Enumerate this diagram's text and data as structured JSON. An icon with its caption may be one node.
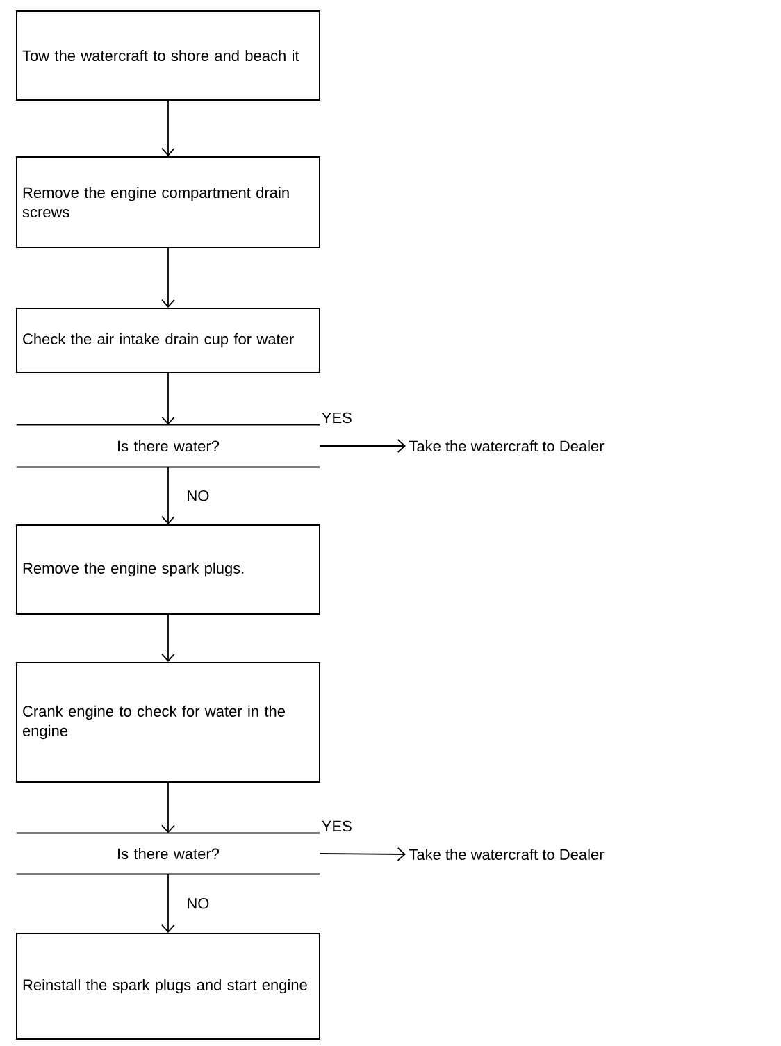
{
  "diagram": {
    "nodes": [
      {
        "text": [
          "Tow the watercraft to shore and beach it"
        ]
      },
      {
        "text": [
          "Remove the engine compartment drain screws"
        ]
      },
      {
        "text": [
          "Check the air intake drain cup for water"
        ]
      },
      {
        "text": [
          "Is there water?"
        ]
      },
      {
        "text": [
          "Take the watercraft to Dealer"
        ]
      },
      {
        "text": [
          "Remove the engine spark plugs."
        ]
      },
      {
        "text": [
          "Crank engine to check for water in the engine"
        ]
      },
      {
        "text": [
          "Is there water?"
        ]
      },
      {
        "text": [
          "Take the watercraft to Dealer"
        ]
      },
      {
        "text": [
          "Reinstall the spark plugs and start engine"
        ]
      }
    ],
    "edges": [
      {
        "from": 0,
        "to": 1,
        "arrow": "to"
      },
      {
        "from": 1,
        "to": 2,
        "arrow": "to"
      },
      {
        "from": 2,
        "to": 3,
        "arrow": "to"
      },
      {
        "from": 3,
        "to": 4,
        "arrow": "to",
        "label": "YES"
      },
      {
        "from": 3,
        "to": 5,
        "arrow": "to",
        "label": "NO"
      },
      {
        "from": 5,
        "to": 6,
        "arrow": "to"
      },
      {
        "from": 6,
        "to": 7,
        "arrow": "to"
      },
      {
        "from": 7,
        "to": 8,
        "arrow": "to",
        "label": "YES"
      },
      {
        "from": 7,
        "to": 9,
        "arrow": "to",
        "label": "NO"
      }
    ]
  }
}
